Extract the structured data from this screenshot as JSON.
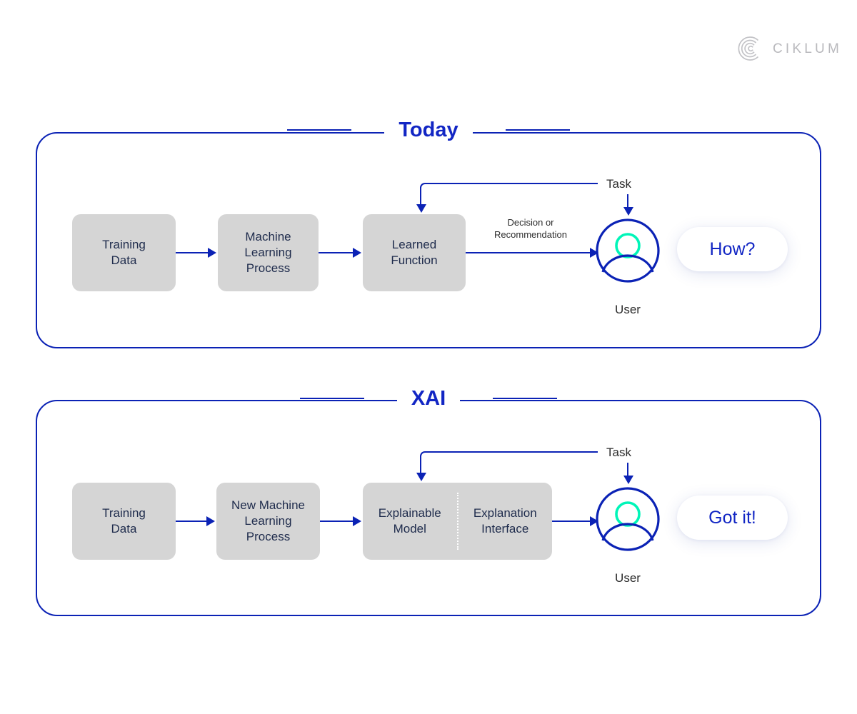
{
  "brand": {
    "name": "CIKLUM",
    "logo_icon": "ciklum-c-arcs-icon",
    "logo_color": "#b9b9bd"
  },
  "colors": {
    "accent_blue": "#0b22b5",
    "title_blue": "#1226c4",
    "box_gray": "#d5d5d5",
    "box_text": "#1e2b4c",
    "avatar_head_teal": "#00f5b8",
    "label_gray": "#2c2c2c"
  },
  "sections": [
    {
      "id": "today",
      "title": "Today",
      "boxes": [
        {
          "id": "training-data",
          "line1": "Training",
          "line2": "Data"
        },
        {
          "id": "ml-process",
          "line1": "Machine",
          "line2": "Learning",
          "line3": "Process"
        },
        {
          "id": "learned-function",
          "line1": "Learned",
          "line2": "Function"
        }
      ],
      "edge_label_line1": "Decision or",
      "edge_label_line2": "Recommendation",
      "task_label": "Task",
      "user_label": "User",
      "bubble_text": "How?"
    },
    {
      "id": "xai",
      "title": "XAI",
      "boxes": [
        {
          "id": "training-data",
          "line1": "Training",
          "line2": "Data"
        },
        {
          "id": "new-ml-process",
          "line1": "New Machine",
          "line2": "Learning",
          "line3": "Process"
        }
      ],
      "dual_box": {
        "left_line1": "Explainable",
        "left_line2": "Model",
        "right_line1": "Explanation",
        "right_line2": "Interface"
      },
      "task_label": "Task",
      "user_label": "User",
      "bubble_text": "Got it!"
    }
  ]
}
